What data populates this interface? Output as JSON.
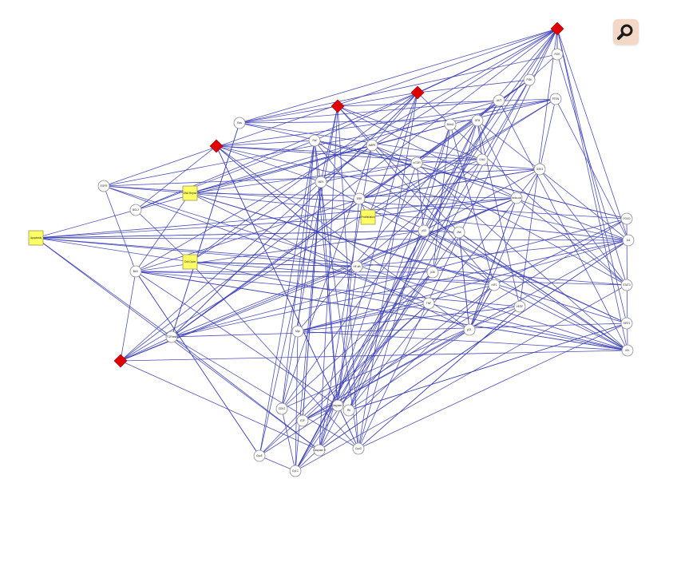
{
  "nodes": [
    {
      "id": "a",
      "label": "",
      "shape": "diamond"
    },
    {
      "id": "b",
      "label": "",
      "shape": "diamond"
    },
    {
      "id": "c",
      "label": "",
      "shape": "diamond"
    },
    {
      "id": "d",
      "label": "",
      "shape": "diamond"
    },
    {
      "id": "e",
      "label": "",
      "shape": "diamond"
    },
    {
      "id": "ros",
      "label": "ROS"
    },
    {
      "id": "pi3k",
      "label": "PI3K"
    },
    {
      "id": "akt",
      "label": "AKT"
    },
    {
      "id": "p53",
      "label": "p53"
    },
    {
      "id": "mdm2",
      "label": "Mdm2"
    },
    {
      "id": "mtor",
      "label": "mTOR"
    },
    {
      "id": "ampk",
      "label": "AMPK"
    },
    {
      "id": "bcl2",
      "label": "BCL2"
    },
    {
      "id": "bax",
      "label": "BAX"
    },
    {
      "id": "cas3",
      "label": "Caspase 3"
    },
    {
      "id": "cas9",
      "label": "Caspase 9"
    },
    {
      "id": "cytc",
      "label": "Cyt C"
    },
    {
      "id": "nfkb",
      "label": "NF-kB"
    },
    {
      "id": "tnf",
      "label": "TNF"
    },
    {
      "id": "tgfb",
      "label": "TGFbeta"
    },
    {
      "id": "erk",
      "label": "ERK"
    },
    {
      "id": "mek",
      "label": "MEK"
    },
    {
      "id": "raf",
      "label": "Raf"
    },
    {
      "id": "ras",
      "label": "Ras"
    },
    {
      "id": "egfr",
      "label": "EGFR"
    },
    {
      "id": "p21",
      "label": "p21"
    },
    {
      "id": "cdk2",
      "label": "CDK2"
    },
    {
      "id": "e2f",
      "label": "E2F"
    },
    {
      "id": "rb",
      "label": "Rb"
    },
    {
      "id": "cycd",
      "label": "CycD"
    },
    {
      "id": "cyce",
      "label": "CycE"
    },
    {
      "id": "myc",
      "label": "Myc"
    },
    {
      "id": "pten",
      "label": "PTEN"
    },
    {
      "id": "gsk3",
      "label": "GSK3"
    },
    {
      "id": "bcat",
      "label": "beta-cat"
    },
    {
      "id": "jnk",
      "label": "JNK"
    },
    {
      "id": "p38",
      "label": "p38"
    },
    {
      "id": "atm",
      "label": "ATM"
    },
    {
      "id": "chk2",
      "label": "Chk2"
    },
    {
      "id": "hif1",
      "label": "HIF1"
    },
    {
      "id": "vegf",
      "label": "VEGF"
    },
    {
      "id": "stat3",
      "label": "STAT3"
    },
    {
      "id": "il6",
      "label": "IL6"
    },
    {
      "id": "foxo",
      "label": "FOXO"
    },
    {
      "id": "sirt1",
      "label": "SIRT1"
    },
    {
      "id": "ikk",
      "label": "IKK"
    },
    {
      "id": "sq1",
      "label": "Apoptosis",
      "shape": "square"
    },
    {
      "id": "sq2",
      "label": "DNA Repair",
      "shape": "square"
    },
    {
      "id": "sq3",
      "label": "Proliferation",
      "shape": "square"
    },
    {
      "id": "sq4",
      "label": "Cell Cycle",
      "shape": "square"
    }
  ]
}
